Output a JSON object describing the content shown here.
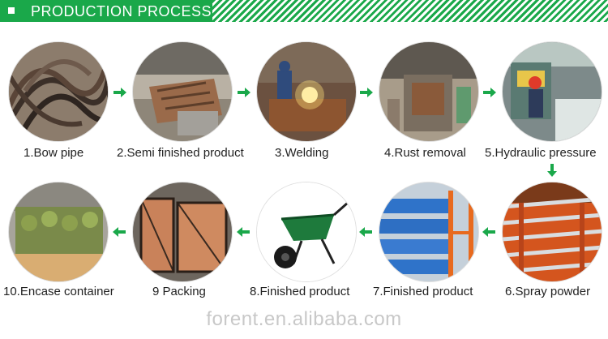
{
  "header": {
    "title": "PRODUCTION PROCESS",
    "accent_color": "#1aa84a"
  },
  "steps": [
    {
      "label": "1.Bow pipe"
    },
    {
      "label": "2.Semi finished product"
    },
    {
      "label": "3.Welding"
    },
    {
      "label": "4.Rust removal"
    },
    {
      "label": "5.Hydraulic pressure"
    },
    {
      "label": "6.Spray powder"
    },
    {
      "label": "7.Finished product"
    },
    {
      "label": "8.Finished product"
    },
    {
      "label": "9 Packing"
    },
    {
      "label": "10.Encase container"
    }
  ],
  "footer": {
    "url": "forent.en.alibaba.com"
  }
}
